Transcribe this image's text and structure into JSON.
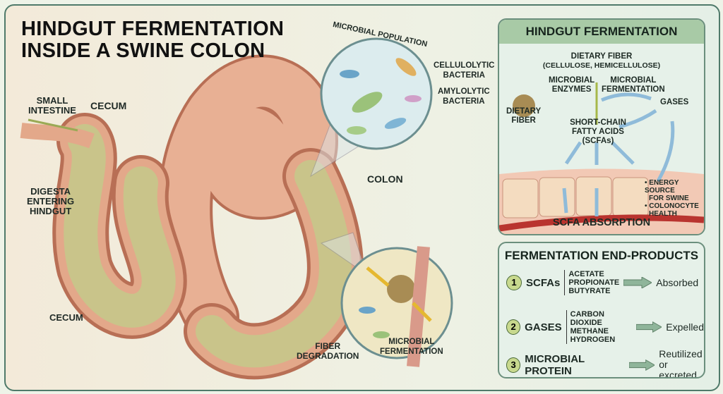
{
  "title": [
    "HINDGUT FERMENTATION",
    "INSIDE A SWINE COLON"
  ],
  "labels": {
    "small_intestine": [
      "SMALL",
      "INTESTINE"
    ],
    "cecum_top": "CECUM",
    "digesta": [
      "DIGESTA",
      "ENTERING",
      "HINDGUT"
    ],
    "cecum_bottom": "CECUM",
    "microbial_population": "MICROBIAL POPULATION",
    "cellulolytic": [
      "CELLULOLYTIC",
      "BACTERIA"
    ],
    "amylolytic": [
      "AMYLOLYTIC",
      "BACTERIA"
    ],
    "colon": "COLON",
    "fiber_degradation": [
      "FIBER",
      "DEGRADATION"
    ],
    "microbial_fermentation": [
      "MICROBIAL",
      "FERMENTATION"
    ]
  },
  "panel_hindgut": {
    "title": "HINDGUT FERMENTATION",
    "dietary_fiber_top": [
      "DIETARY FIBER",
      "(CELLULOSE, HEMICELLULOSE)"
    ],
    "microbial_enzymes": [
      "MICROBIAL",
      "ENZYMES"
    ],
    "microbial_fermentation": [
      "MICROBIAL",
      "FERMENTATION"
    ],
    "dietary_fiber_left": [
      "DIETARY",
      "FIBER"
    ],
    "gases": "GASES",
    "scfa": [
      "SHORT-CHAIN",
      "FATTY ACIDS (SCFAs)"
    ],
    "benefits": [
      "• ENERGY SOURCE",
      "FOR SWINE",
      "• COLONOCYTE",
      "HEALTH"
    ],
    "absorption": "SCFA ABSORPTION"
  },
  "panel_products": {
    "title": "FERMENTATION END-PRODUCTS",
    "items": [
      {
        "num": "1",
        "name": "SCFAs",
        "subs": [
          "ACETATE",
          "PROPIONATE",
          "BUTYRATE"
        ],
        "result": [
          "Absorbed"
        ]
      },
      {
        "num": "2",
        "name": "GASES",
        "subs": [
          "CARBON DIOXIDE",
          "METHANE",
          "HYDROGEN"
        ],
        "result": [
          "Expelled"
        ]
      },
      {
        "num": "3",
        "name": "MICROBIAL PROTEIN",
        "subs": [],
        "result": [
          "Reutilized",
          "or excreted"
        ]
      }
    ]
  },
  "colors": {
    "gut": "#e3a88a",
    "gut_dark": "#b86f55",
    "content": "#c9c48a",
    "panel_header": "#a8caa6",
    "arrow_blue": "#8fbbd9",
    "arrow_green": "#8fb59a"
  }
}
